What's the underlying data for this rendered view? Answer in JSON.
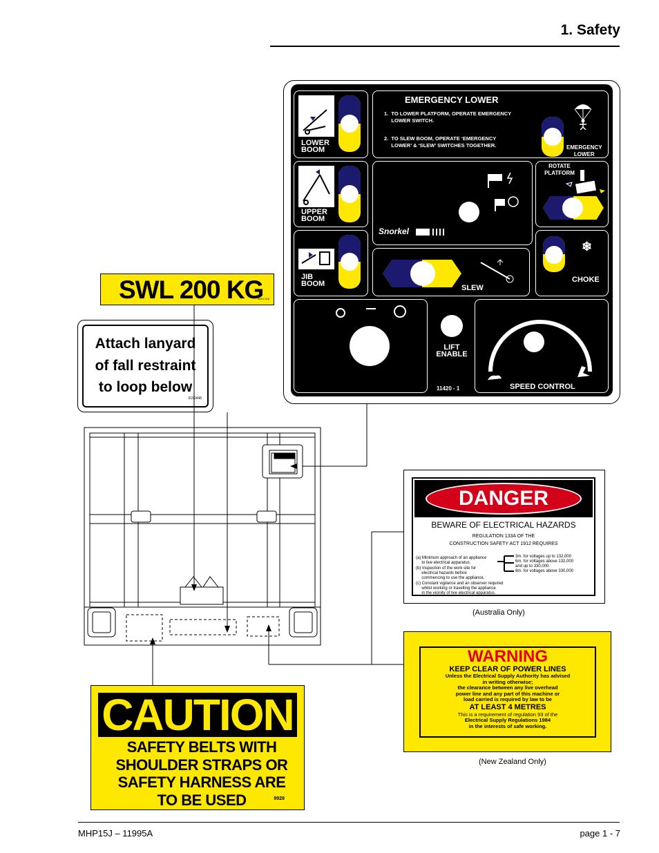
{
  "header": {
    "title": "1. Safety"
  },
  "footer": {
    "doc_id": "MHP15J – 11995A",
    "page": "page  1 - 7"
  },
  "control_panel": {
    "emergency_title": "EMERGENCY LOWER",
    "instruction_1": "1.  TO LOWER PLATFORM, OPERATE EMERGENCY\n     LOWER SWITCH.",
    "instruction_2": "2.  TO SLEW BOOM, OPERATE ‘EMERGENCY\n     LOWER’ & ‘SLEW’ SWITCHES TOGETHER.",
    "lower_boom_label": "LOWER\nBOOM",
    "upper_boom_label": "UPPER\nBOOM",
    "jib_boom_label": "JIB\nBOOM",
    "emergency_lower_label": "EMERGENCY\nLOWER",
    "rotate_platform_label": "ROTATE\nPLATFORM",
    "brand": "Snorkel",
    "slew_label": "SLEW",
    "choke_label": "CHOKE",
    "lift_enable_label": "LIFT\nENABLE",
    "part_number": "11420 - 1",
    "speed_control_label": "SPEED CONTROL"
  },
  "swl_sticker": {
    "text": "SWL 200 KG",
    "code": "0510-316"
  },
  "lanyard_sticker": {
    "text": "Attach lanyard\nof fall restraint\nto loop below",
    "code": "0150448"
  },
  "danger_sticker": {
    "word": "DANGER",
    "heading": "BEWARE OF ELECTRICAL HAZARDS",
    "regulation": "REGULATION 133A OF THE\nCONSTRUCTION SAFETY ACT 1912 REQUIRES",
    "item_a": "(a) Minimum approach of an appliance\n     to live electrical apparatus.",
    "item_b": "(b) Inspection of the work site for\n     electrical hazards before\n     commencing to use the appliance.",
    "item_c": "(c) Constant vigilance and an observer required\n     whilst working or travelling the appliance\n     in the vicinity of live electrical apparatus.",
    "dist_1": "3m. for voltages up to 132,000",
    "dist_2": "6m. for voltages above 132,000\nand up to 330,000",
    "dist_3": "8m. for voltages above 330,000",
    "caption": "(Australia Only)"
  },
  "warning_sticker": {
    "word": "WARNING",
    "heading": "KEEP CLEAR OF POWER LINES",
    "line_1": "Unless the Electrical Supply Authority has advised\nin writing otherwise;",
    "line_2": "the clearance between any live overhead\npower line and any part of this machine or\nload carried is required by law to be",
    "distance": "AT LEAST 4 METRES",
    "note": "This is a requirement of regulation 93 of the",
    "regs": "Electrical Supply Regulations 1984\nin the interests of safe working.",
    "caption": "(New Zealand Only)"
  },
  "caution_sticker": {
    "word": "CAUTION",
    "text": "SAFETY BELTS WITH\nSHOULDER STRAPS OR\nSAFETY HARNESS ARE\nTO BE USED",
    "code": "9928"
  },
  "colors": {
    "yellow": "#ffe800",
    "navy": "#1c1a6e",
    "danger_red": "#d4001a",
    "warning_red": "#e2001a"
  }
}
